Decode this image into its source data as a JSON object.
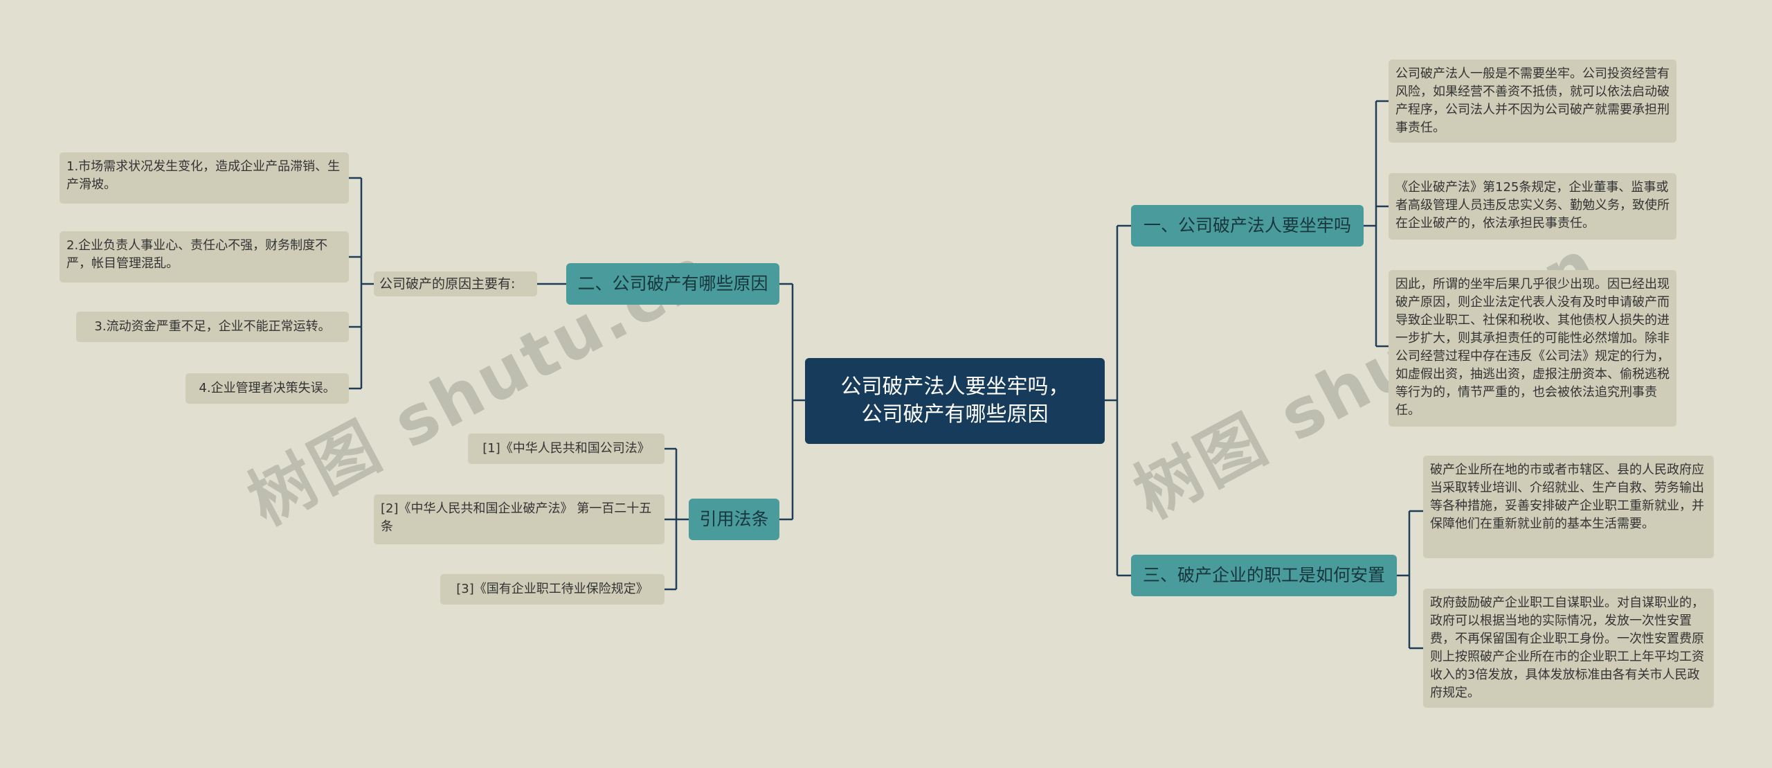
{
  "root": {
    "label": "公司破产法人要坐牢吗，\n公司破产有哪些原因"
  },
  "right_branches": [
    {
      "label": "一、公司破产法人要坐牢吗",
      "children": [
        "公司破产法人一般是不需要坐牢。公司投资经营有风险，如果经营不善资不抵债，就可以依法启动破产程序，公司法人并不因为公司破产就需要承担刑事责任。",
        "《企业破产法》第125条规定，企业董事、监事或者高级管理人员违反忠实义务、勤勉义务，致使所在企业破产的，依法承担民事责任。",
        "因此，所谓的坐牢后果几乎很少出现。因已经出现破产原因，则企业法定代表人没有及时申请破产而导致企业职工、社保和税收、其他债权人损失的进一步扩大，则其承担责任的可能性必然增加。除非公司经营过程中存在违反《公司法》规定的行为，如虚假出资，抽逃出资，虚报注册资本、偷税逃税等行为的，情节严重的，也会被依法追究刑事责任。"
      ]
    },
    {
      "label": "三、破产企业的职工是如何安置",
      "children": [
        "破产企业所在地的市或者市辖区、县的人民政府应当采取转业培训、介绍就业、生产自救、劳务输出等各种措施，妥善安排破产企业职工重新就业，并保障他们在重新就业前的基本生活需要。",
        "政府鼓励破产企业职工自谋职业。对自谋职业的，政府可以根据当地的实际情况，发放一次性安置费，不再保留国有企业职工身份。一次性安置费原则上按照破产企业所在市的企业职工上年平均工资收入的3倍发放，具体发放标准由各有关市人民政府规定。"
      ]
    }
  ],
  "left_branches": [
    {
      "label": "二、公司破产有哪些原因",
      "intermediate": "公司破产的原因主要有:",
      "children": [
        "1.市场需求状况发生变化，造成企业产品滞销、生产滑坡。",
        "2.企业负责人事业心、责任心不强，财务制度不严，帐目管理混乱。",
        "3.流动资金严重不足，企业不能正常运转。",
        "4.企业管理者决策失误。"
      ]
    },
    {
      "label": "引用法条",
      "children": [
        "[1]《中华人民共和国公司法》",
        "[2]《中华人民共和国企业破产法》 第一百二十五条",
        "[3]《国有企业职工待业保险规定》"
      ]
    }
  ],
  "watermark": "树图 shutu.cn",
  "colors": {
    "background": "#e0dfd0",
    "root": "#173c5b",
    "branch": "#4a9b9c",
    "leaf": "#cfccb8",
    "connector": "#1f3d57"
  }
}
